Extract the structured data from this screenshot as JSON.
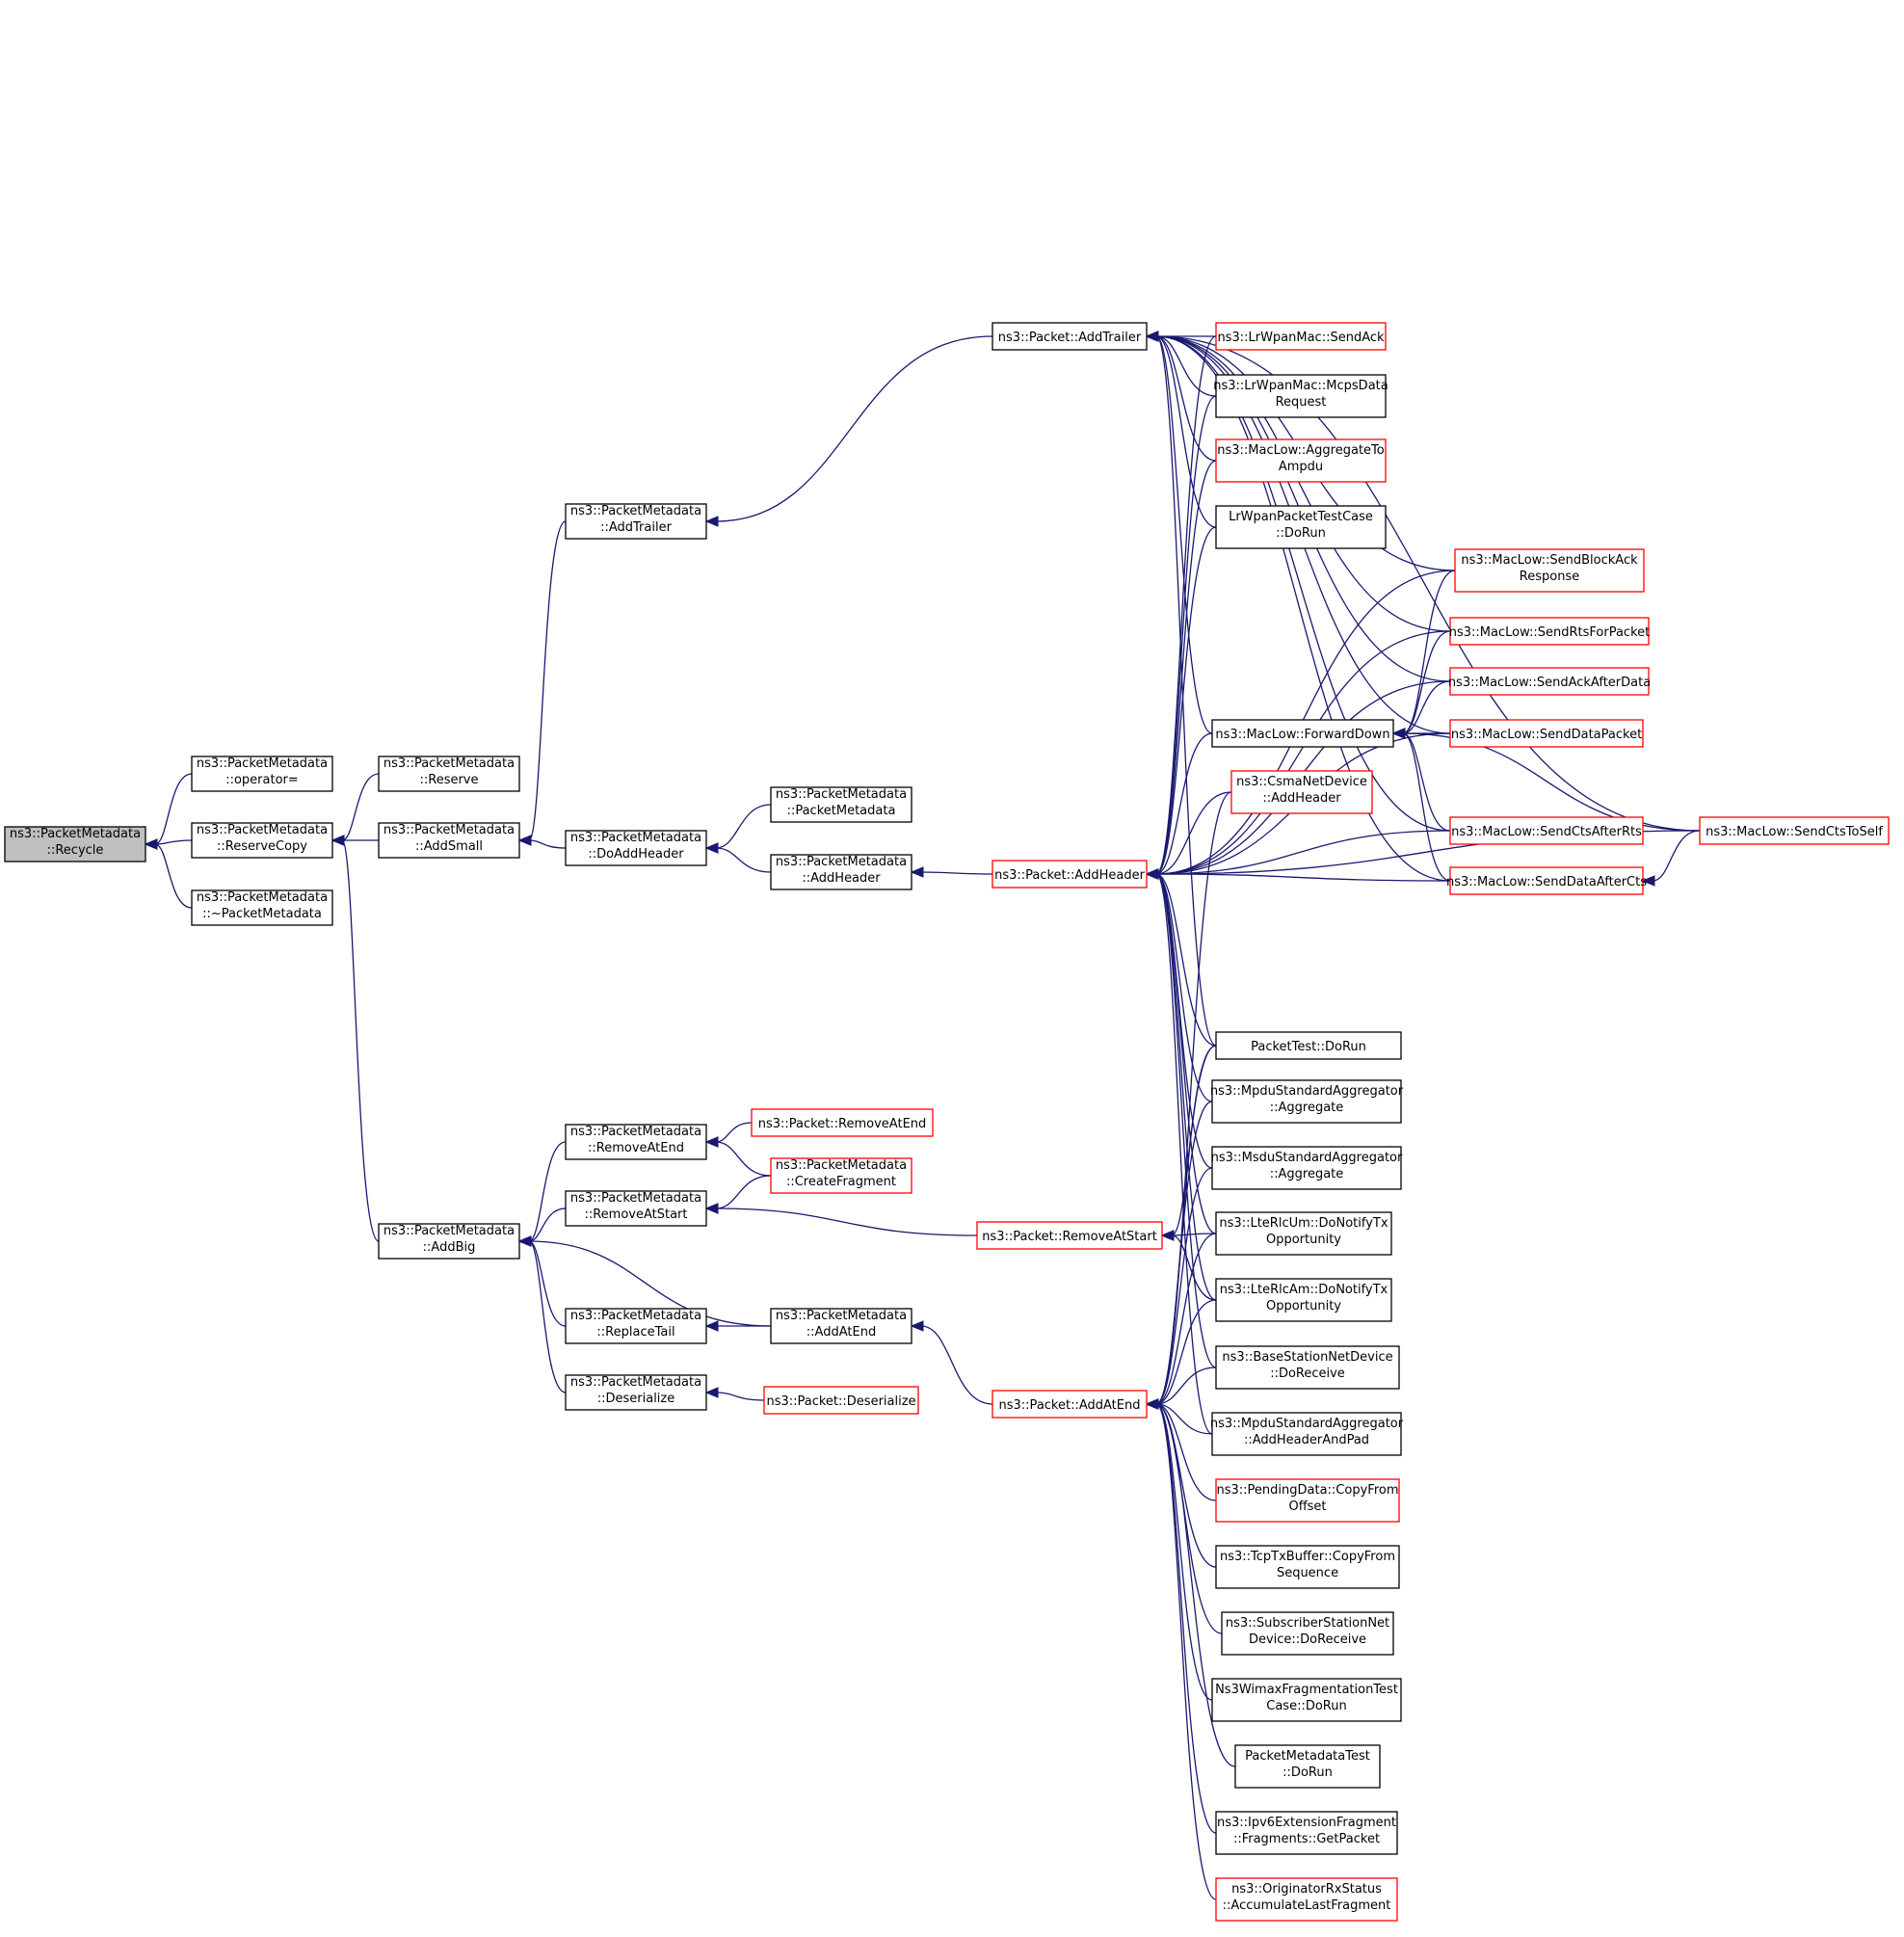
{
  "colors": {
    "edge": "#191970",
    "node_border": "#000000",
    "node_border_truncated": "#ff0000",
    "node_fill": "#ffffff",
    "focus_fill": "#bfbfbf"
  },
  "nodes": [
    {
      "id": "recycle",
      "lines": [
        "ns3::PacketMetadata",
        "::Recycle"
      ],
      "style": "focus"
    },
    {
      "id": "operator_eq",
      "lines": [
        "ns3::PacketMetadata",
        "::operator="
      ],
      "style": "normal"
    },
    {
      "id": "reserve_copy",
      "lines": [
        "ns3::PacketMetadata",
        "::ReserveCopy"
      ],
      "style": "normal"
    },
    {
      "id": "dtor",
      "lines": [
        "ns3::PacketMetadata",
        "::~PacketMetadata"
      ],
      "style": "normal"
    },
    {
      "id": "reserve",
      "lines": [
        "ns3::PacketMetadata",
        "::Reserve"
      ],
      "style": "normal"
    },
    {
      "id": "add_small",
      "lines": [
        "ns3::PacketMetadata",
        "::AddSmall"
      ],
      "style": "normal"
    },
    {
      "id": "add_big",
      "lines": [
        "ns3::PacketMetadata",
        "::AddBig"
      ],
      "style": "normal"
    },
    {
      "id": "pm_add_trailer",
      "lines": [
        "ns3::PacketMetadata",
        "::AddTrailer"
      ],
      "style": "normal"
    },
    {
      "id": "do_add_header",
      "lines": [
        "ns3::PacketMetadata",
        "::DoAddHeader"
      ],
      "style": "normal"
    },
    {
      "id": "remove_at_end",
      "lines": [
        "ns3::PacketMetadata",
        "::RemoveAtEnd"
      ],
      "style": "normal"
    },
    {
      "id": "remove_at_start",
      "lines": [
        "ns3::PacketMetadata",
        "::RemoveAtStart"
      ],
      "style": "normal"
    },
    {
      "id": "replace_tail",
      "lines": [
        "ns3::PacketMetadata",
        "::ReplaceTail"
      ],
      "style": "normal"
    },
    {
      "id": "deserialize",
      "lines": [
        "ns3::PacketMetadata",
        "::Deserialize"
      ],
      "style": "normal"
    },
    {
      "id": "pm_ctor",
      "lines": [
        "ns3::PacketMetadata",
        "::PacketMetadata"
      ],
      "style": "normal"
    },
    {
      "id": "pm_add_header",
      "lines": [
        "ns3::PacketMetadata",
        "::AddHeader"
      ],
      "style": "normal"
    },
    {
      "id": "p_remove_at_end",
      "lines": [
        "ns3::Packet::RemoveAtEnd"
      ],
      "style": "truncated"
    },
    {
      "id": "create_fragment",
      "lines": [
        "ns3::PacketMetadata",
        "::CreateFragment"
      ],
      "style": "truncated"
    },
    {
      "id": "pm_add_at_end",
      "lines": [
        "ns3::PacketMetadata",
        "::AddAtEnd"
      ],
      "style": "normal"
    },
    {
      "id": "p_deserialize",
      "lines": [
        "ns3::Packet::Deserialize"
      ],
      "style": "truncated"
    },
    {
      "id": "p_add_trailer",
      "lines": [
        "ns3::Packet::AddTrailer"
      ],
      "style": "normal"
    },
    {
      "id": "p_add_header",
      "lines": [
        "ns3::Packet::AddHeader"
      ],
      "style": "truncated"
    },
    {
      "id": "p_remove_at_start",
      "lines": [
        "ns3::Packet::RemoveAtStart"
      ],
      "style": "truncated"
    },
    {
      "id": "p_add_at_end",
      "lines": [
        "ns3::Packet::AddAtEnd"
      ],
      "style": "truncated"
    },
    {
      "id": "lrwpan_send_ack",
      "lines": [
        "ns3::LrWpanMac::SendAck"
      ],
      "style": "truncated"
    },
    {
      "id": "lrwpan_mcps",
      "lines": [
        "ns3::LrWpanMac::McpsData",
        "Request"
      ],
      "style": "normal"
    },
    {
      "id": "aggregate_to_ampdu",
      "lines": [
        "ns3::MacLow::AggregateTo",
        "Ampdu"
      ],
      "style": "truncated"
    },
    {
      "id": "lrwpan_packet_test",
      "lines": [
        "LrWpanPacketTestCase",
        "::DoRun"
      ],
      "style": "normal"
    },
    {
      "id": "forward_down",
      "lines": [
        "ns3::MacLow::ForwardDown"
      ],
      "style": "normal"
    },
    {
      "id": "csma_add_header",
      "lines": [
        "ns3::CsmaNetDevice",
        "::AddHeader"
      ],
      "style": "truncated"
    },
    {
      "id": "packet_test",
      "lines": [
        "PacketTest::DoRun"
      ],
      "style": "normal"
    },
    {
      "id": "mpdu_aggregate",
      "lines": [
        "ns3::MpduStandardAggregator",
        "::Aggregate"
      ],
      "style": "normal"
    },
    {
      "id": "msdu_aggregate",
      "lines": [
        "ns3::MsduStandardAggregator",
        "::Aggregate"
      ],
      "style": "normal"
    },
    {
      "id": "rlc_um",
      "lines": [
        "ns3::LteRlcUm::DoNotifyTx",
        "Opportunity"
      ],
      "style": "normal"
    },
    {
      "id": "rlc_am",
      "lines": [
        "ns3::LteRlcAm::DoNotifyTx",
        "Opportunity"
      ],
      "style": "normal"
    },
    {
      "id": "bs_receive",
      "lines": [
        "ns3::BaseStationNetDevice",
        "::DoReceive"
      ],
      "style": "normal"
    },
    {
      "id": "mpdu_pad",
      "lines": [
        "ns3::MpduStandardAggregator",
        "::AddHeaderAndPad"
      ],
      "style": "normal"
    },
    {
      "id": "pending_copy",
      "lines": [
        "ns3::PendingData::CopyFrom",
        "Offset"
      ],
      "style": "truncated"
    },
    {
      "id": "tcp_copy",
      "lines": [
        "ns3::TcpTxBuffer::CopyFrom",
        "Sequence"
      ],
      "style": "normal"
    },
    {
      "id": "ss_receive",
      "lines": [
        "ns3::SubscriberStationNet",
        "Device::DoReceive"
      ],
      "style": "normal"
    },
    {
      "id": "wimax_frag",
      "lines": [
        "Ns3WimaxFragmentationTest",
        "Case::DoRun"
      ],
      "style": "normal"
    },
    {
      "id": "pm_test",
      "lines": [
        "PacketMetadataTest",
        "::DoRun"
      ],
      "style": "normal"
    },
    {
      "id": "ipv6_frag",
      "lines": [
        "ns3::Ipv6ExtensionFragment",
        "::Fragments::GetPacket"
      ],
      "style": "normal"
    },
    {
      "id": "originator",
      "lines": [
        "ns3::OriginatorRxStatus",
        "::AccumulateLastFragment"
      ],
      "style": "truncated"
    },
    {
      "id": "send_block_ack",
      "lines": [
        "ns3::MacLow::SendBlockAck",
        "Response"
      ],
      "style": "truncated"
    },
    {
      "id": "send_rts",
      "lines": [
        "ns3::MacLow::SendRtsForPacket"
      ],
      "style": "truncated"
    },
    {
      "id": "send_ack_after",
      "lines": [
        "ns3::MacLow::SendAckAfterData"
      ],
      "style": "truncated"
    },
    {
      "id": "send_data_packet",
      "lines": [
        "ns3::MacLow::SendDataPacket"
      ],
      "style": "truncated"
    },
    {
      "id": "send_cts_after",
      "lines": [
        "ns3::MacLow::SendCtsAfterRts"
      ],
      "style": "truncated"
    },
    {
      "id": "send_data_after_cts",
      "lines": [
        "ns3::MacLow::SendDataAfterCts"
      ],
      "style": "truncated"
    },
    {
      "id": "send_cts_self",
      "lines": [
        "ns3::MacLow::SendCtsToSelf"
      ],
      "style": "truncated"
    }
  ],
  "edges": [
    [
      "operator_eq",
      "recycle"
    ],
    [
      "reserve_copy",
      "recycle"
    ],
    [
      "dtor",
      "recycle"
    ],
    [
      "reserve",
      "reserve_copy"
    ],
    [
      "add_small",
      "reserve_copy"
    ],
    [
      "add_big",
      "reserve_copy"
    ],
    [
      "pm_add_trailer",
      "add_small"
    ],
    [
      "do_add_header",
      "add_small"
    ],
    [
      "remove_at_end",
      "add_big"
    ],
    [
      "remove_at_start",
      "add_big"
    ],
    [
      "replace_tail",
      "add_big"
    ],
    [
      "deserialize",
      "add_big"
    ],
    [
      "pm_add_at_end",
      "add_big"
    ],
    [
      "pm_ctor",
      "do_add_header"
    ],
    [
      "pm_add_header",
      "do_add_header"
    ],
    [
      "p_remove_at_end",
      "remove_at_end"
    ],
    [
      "create_fragment",
      "remove_at_end"
    ],
    [
      "create_fragment",
      "remove_at_start"
    ],
    [
      "p_remove_at_start",
      "remove_at_start"
    ],
    [
      "pm_add_at_end",
      "replace_tail"
    ],
    [
      "p_deserialize",
      "deserialize"
    ],
    [
      "p_add_trailer",
      "pm_add_trailer"
    ],
    [
      "p_add_header",
      "pm_add_header"
    ],
    [
      "p_add_at_end",
      "pm_add_at_end"
    ],
    [
      "lrwpan_send_ack",
      "p_add_trailer"
    ],
    [
      "lrwpan_mcps",
      "p_add_trailer"
    ],
    [
      "aggregate_to_ampdu",
      "p_add_trailer"
    ],
    [
      "lrwpan_packet_test",
      "p_add_trailer"
    ],
    [
      "forward_down",
      "p_add_trailer"
    ],
    [
      "packet_test",
      "p_add_trailer"
    ],
    [
      "send_block_ack",
      "p_add_trailer"
    ],
    [
      "send_rts",
      "p_add_trailer"
    ],
    [
      "send_ack_after",
      "p_add_trailer"
    ],
    [
      "send_data_packet",
      "p_add_trailer"
    ],
    [
      "send_cts_after",
      "p_add_trailer"
    ],
    [
      "send_data_after_cts",
      "p_add_trailer"
    ],
    [
      "send_cts_self",
      "p_add_trailer"
    ],
    [
      "lrwpan_send_ack",
      "p_add_header"
    ],
    [
      "lrwpan_mcps",
      "p_add_header"
    ],
    [
      "aggregate_to_ampdu",
      "p_add_header"
    ],
    [
      "lrwpan_packet_test",
      "p_add_header"
    ],
    [
      "forward_down",
      "p_add_header"
    ],
    [
      "csma_add_header",
      "p_add_header"
    ],
    [
      "packet_test",
      "p_add_header"
    ],
    [
      "mpdu_aggregate",
      "p_add_header"
    ],
    [
      "msdu_aggregate",
      "p_add_header"
    ],
    [
      "rlc_um",
      "p_add_header"
    ],
    [
      "rlc_am",
      "p_add_header"
    ],
    [
      "bs_receive",
      "p_add_header"
    ],
    [
      "mpdu_pad",
      "p_add_header"
    ],
    [
      "send_block_ack",
      "p_add_header"
    ],
    [
      "send_rts",
      "p_add_header"
    ],
    [
      "send_ack_after",
      "p_add_header"
    ],
    [
      "send_data_packet",
      "p_add_header"
    ],
    [
      "send_cts_after",
      "p_add_header"
    ],
    [
      "send_data_after_cts",
      "p_add_header"
    ],
    [
      "send_cts_self",
      "p_add_header"
    ],
    [
      "packet_test",
      "p_remove_at_start"
    ],
    [
      "rlc_um",
      "p_remove_at_start"
    ],
    [
      "rlc_am",
      "p_remove_at_start"
    ],
    [
      "packet_test",
      "p_add_at_end"
    ],
    [
      "csma_add_header",
      "p_add_at_end"
    ],
    [
      "mpdu_aggregate",
      "p_add_at_end"
    ],
    [
      "msdu_aggregate",
      "p_add_at_end"
    ],
    [
      "rlc_um",
      "p_add_at_end"
    ],
    [
      "rlc_am",
      "p_add_at_end"
    ],
    [
      "bs_receive",
      "p_add_at_end"
    ],
    [
      "mpdu_pad",
      "p_add_at_end"
    ],
    [
      "pending_copy",
      "p_add_at_end"
    ],
    [
      "tcp_copy",
      "p_add_at_end"
    ],
    [
      "ss_receive",
      "p_add_at_end"
    ],
    [
      "wimax_frag",
      "p_add_at_end"
    ],
    [
      "pm_test",
      "p_add_at_end"
    ],
    [
      "ipv6_frag",
      "p_add_at_end"
    ],
    [
      "originator",
      "p_add_at_end"
    ],
    [
      "send_block_ack",
      "forward_down"
    ],
    [
      "send_rts",
      "forward_down"
    ],
    [
      "send_ack_after",
      "forward_down"
    ],
    [
      "send_data_packet",
      "forward_down"
    ],
    [
      "send_cts_after",
      "forward_down"
    ],
    [
      "send_data_after_cts",
      "forward_down"
    ],
    [
      "send_cts_self",
      "forward_down"
    ],
    [
      "send_cts_self",
      "send_data_after_cts"
    ]
  ]
}
